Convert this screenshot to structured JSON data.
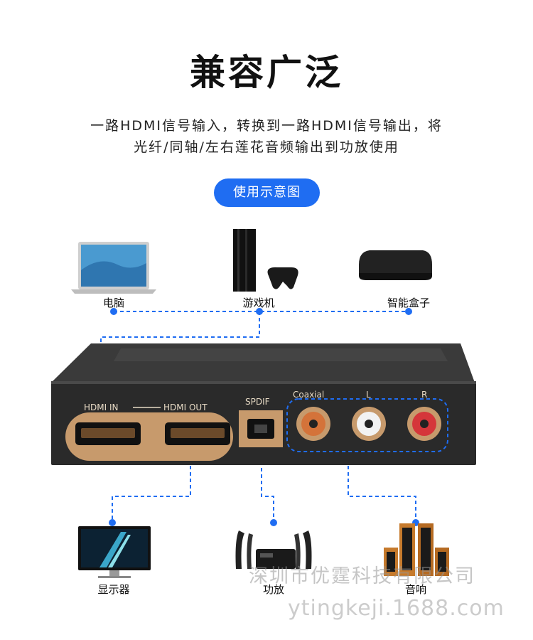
{
  "title": "兼容广泛",
  "description": {
    "line1": "一路HDMI信号输入，转换到一路HDMI信号输出，将",
    "line2": "光纤/同轴/左右莲花音频输出到功放使用"
  },
  "badge": "使用示意图",
  "sources": [
    {
      "label": "电脑",
      "icon": "laptop-icon"
    },
    {
      "label": "游戏机",
      "icon": "game-console-icon"
    },
    {
      "label": "智能盒子",
      "icon": "tv-box-icon"
    }
  ],
  "outputs": [
    {
      "label": "显示器",
      "icon": "monitor-icon"
    },
    {
      "label": "功放",
      "icon": "amplifier-icon"
    },
    {
      "label": "音响",
      "icon": "speaker-icon"
    }
  ],
  "device": {
    "ports": {
      "hdmi_in": "HDMI IN",
      "hdmi_out": "HDMI OUT",
      "spdif": "SPDIF",
      "coaxial": "Coaxial",
      "left": "L",
      "right": "R"
    }
  },
  "watermark": {
    "company": "深圳市优霆科技有限公司",
    "site": "ytingkeji.1688.com"
  },
  "colors": {
    "accent": "#1f6df2",
    "device_body": "#2a2a2a",
    "port_plate": "#c79a6c"
  }
}
